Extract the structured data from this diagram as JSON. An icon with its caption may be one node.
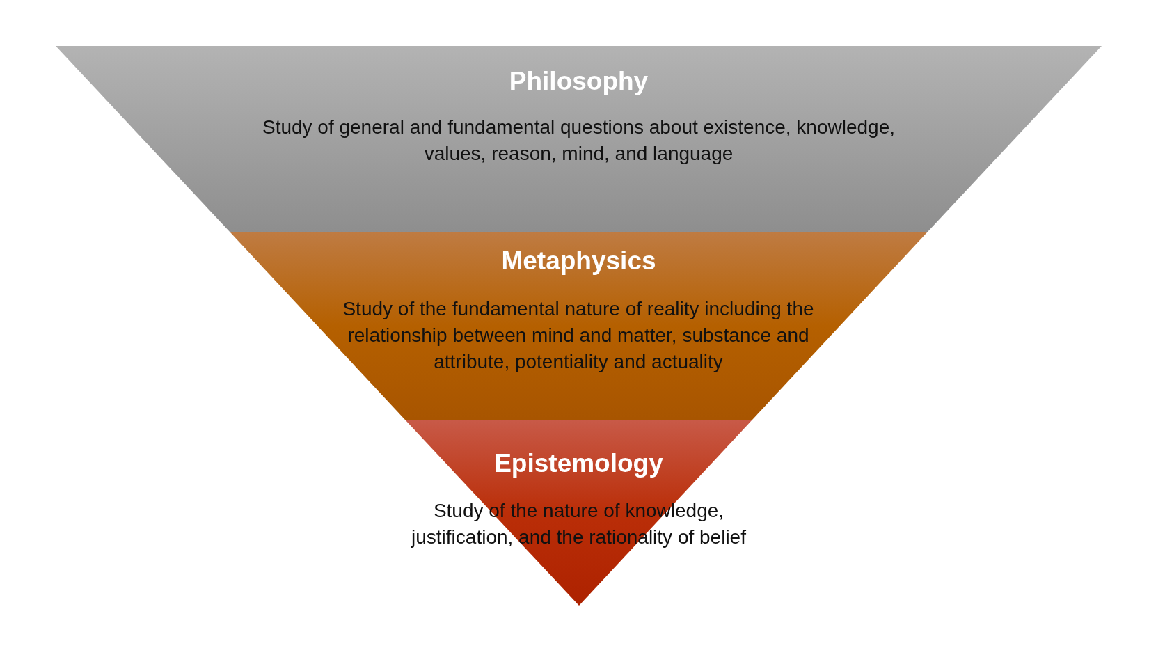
{
  "diagram": {
    "nodes": [
      {
        "text": [
          "Philosophy",
          "Study of general and fundamental questions about existence, knowledge, values, reason, mind, and language"
        ]
      },
      {
        "text": [
          "Metaphysics",
          "Study of the fundamental nature of reality including the relationship between mind and matter, substance and attribute, potentiality and actuality"
        ]
      },
      {
        "text": [
          "Epistemology",
          "Study of the nature of knowledge, justification, and the rationality of belief"
        ]
      }
    ]
  }
}
